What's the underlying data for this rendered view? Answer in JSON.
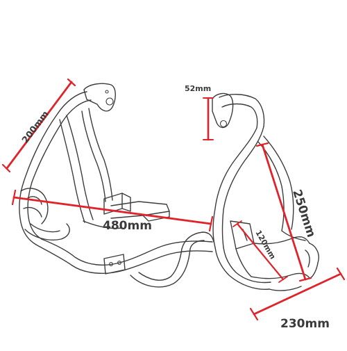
{
  "diagram": {
    "accent_color": "#e0232a",
    "line_color": "#3c3c3c",
    "labels": {
      "dim_200": "200mm",
      "dim_52": "52mm",
      "dim_480": "480mm",
      "dim_250": "250mm",
      "dim_120": "120mm",
      "dim_230": "230mm"
    }
  }
}
